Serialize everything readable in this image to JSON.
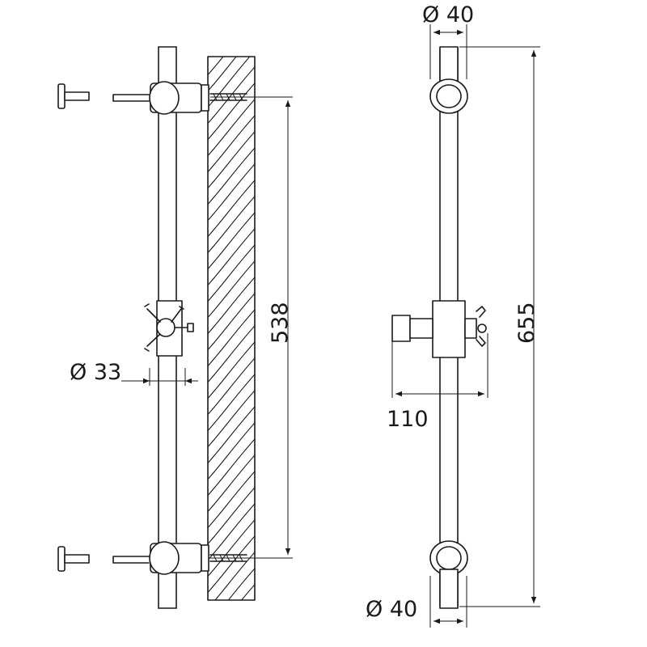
{
  "dimensions": {
    "bar_diameter": "Ø 33",
    "mount_spacing": "538",
    "slider_projection": "110",
    "top_bracket_diameter": "Ø 40",
    "total_length": "655",
    "bottom_bracket_diameter": "Ø 40"
  }
}
